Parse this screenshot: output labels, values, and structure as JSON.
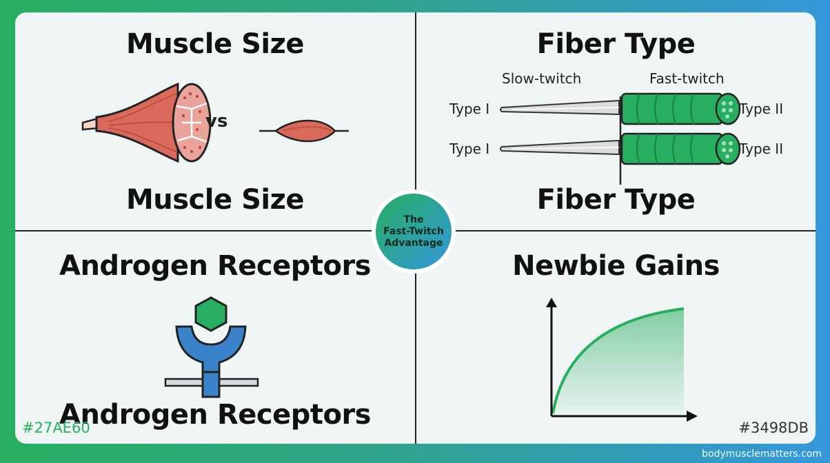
{
  "quadrants": {
    "top_left": {
      "title": "Muscle Size",
      "label": "vs",
      "caption": "Muscle Size"
    },
    "top_right": {
      "title": "Fiber Type",
      "slow_label": "Slow-twitch",
      "fast_label": "Fast-twitch",
      "row1_left": "Type I",
      "row1_right": "Type II",
      "row2_left": "Type I",
      "row2_right": "Type II",
      "caption": "Fiber Type"
    },
    "bottom_left": {
      "title": "Androgen Receptors",
      "caption": "Androgen Receptors"
    },
    "bottom_right": {
      "title": "Newbie Gains"
    }
  },
  "center_badge": {
    "line1": "The",
    "line2": "Fast-Twitch",
    "line3": "Advantage"
  },
  "hex_left": "#27AE60",
  "hex_right": "#3498DB",
  "footer": "bodymusclematters.com",
  "colors": {
    "green": "#27AE60",
    "blue": "#3498DB",
    "muscle": "#d9695a",
    "receptor_blue": "#3a82c9"
  }
}
